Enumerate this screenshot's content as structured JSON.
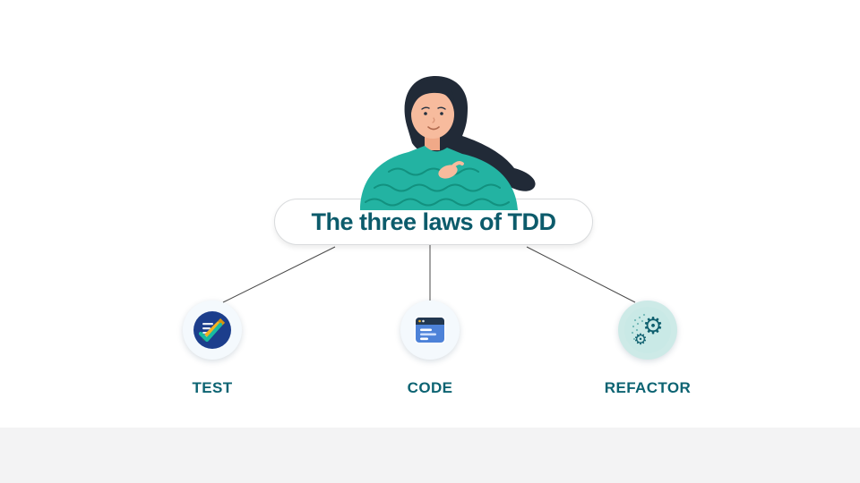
{
  "slide": {
    "title": "The three laws of TDD",
    "background_color": "#ffffff",
    "footer_band_color": "#f3f3f4",
    "accent_color": "#0c5b6b",
    "connector_color": "#4a4a4a"
  },
  "illustration": {
    "name": "woman-leaning-on-banner",
    "hair_color": "#212a37",
    "skin_color": "#f7bb9d",
    "shirt_color": "#23b3a2"
  },
  "nodes": [
    {
      "id": "test",
      "label": "TEST",
      "icon": "checklist-pencil-icon",
      "icon_bg": "#f4f9fd",
      "icon_colors": {
        "badge": "#1c3e8c",
        "pencil": "#f4b220",
        "check": "#19bba0"
      }
    },
    {
      "id": "code",
      "label": "CODE",
      "icon": "code-window-icon",
      "icon_bg": "#f4f9fd",
      "icon_colors": {
        "window": "#4d82d8",
        "header": "#223750"
      }
    },
    {
      "id": "refactor",
      "label": "REFACTOR",
      "icon": "gears-icon",
      "icon_bg": "#cdeae7",
      "icon_colors": {
        "gear": "#0e5f6e"
      }
    }
  ]
}
